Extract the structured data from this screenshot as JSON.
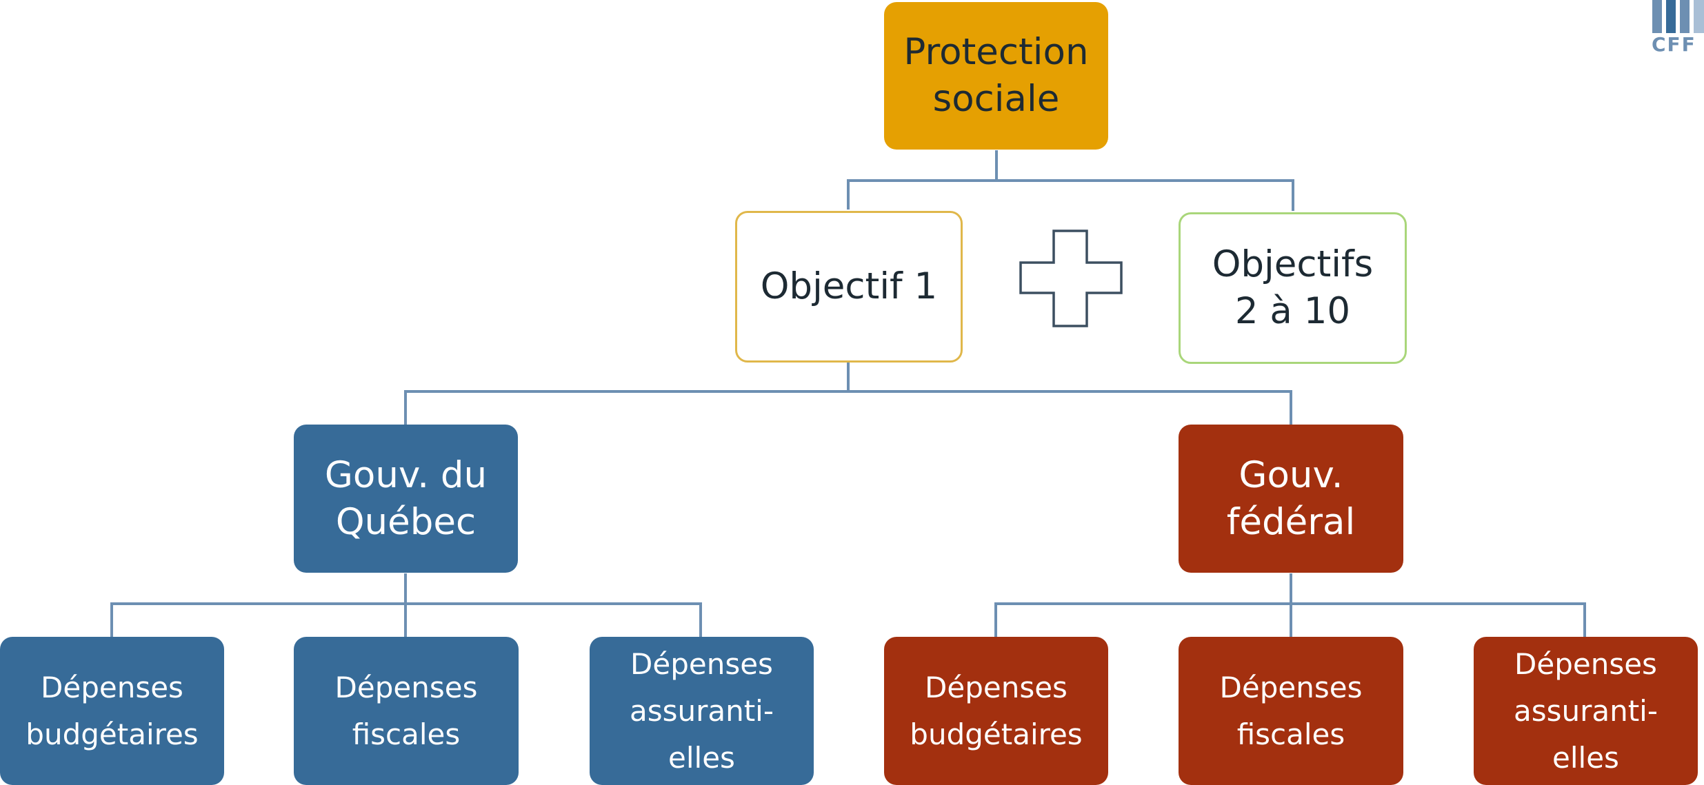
{
  "logo": {
    "text": "CFF"
  },
  "nodes": {
    "root": "Protection\nsociale",
    "objective1": "Objectif 1",
    "objectives2": "Objectifs\n2 à 10",
    "gov_quebec": "Gouv. du\nQuébec",
    "gov_federal": "Gouv.\nfédéral",
    "qc_budget": "Dépenses\nbudgétaires",
    "qc_fiscal": "Dépenses\nfiscales",
    "qc_insurance": "Dépenses\nassuranti-\nelles",
    "fed_budget": "Dépenses\nbudgétaires",
    "fed_fiscal": "Dépenses\nfiscales",
    "fed_insurance": "Dépenses\nassuranti-\nelles"
  },
  "colors": {
    "root": "#e5a002",
    "quebec": "#376b98",
    "federal": "#a3300f",
    "objective1_border": "#e0b74a",
    "objectives2_border": "#a9d67a",
    "connector": "#6d8fb2",
    "plus_outline": "#3c4f60"
  }
}
